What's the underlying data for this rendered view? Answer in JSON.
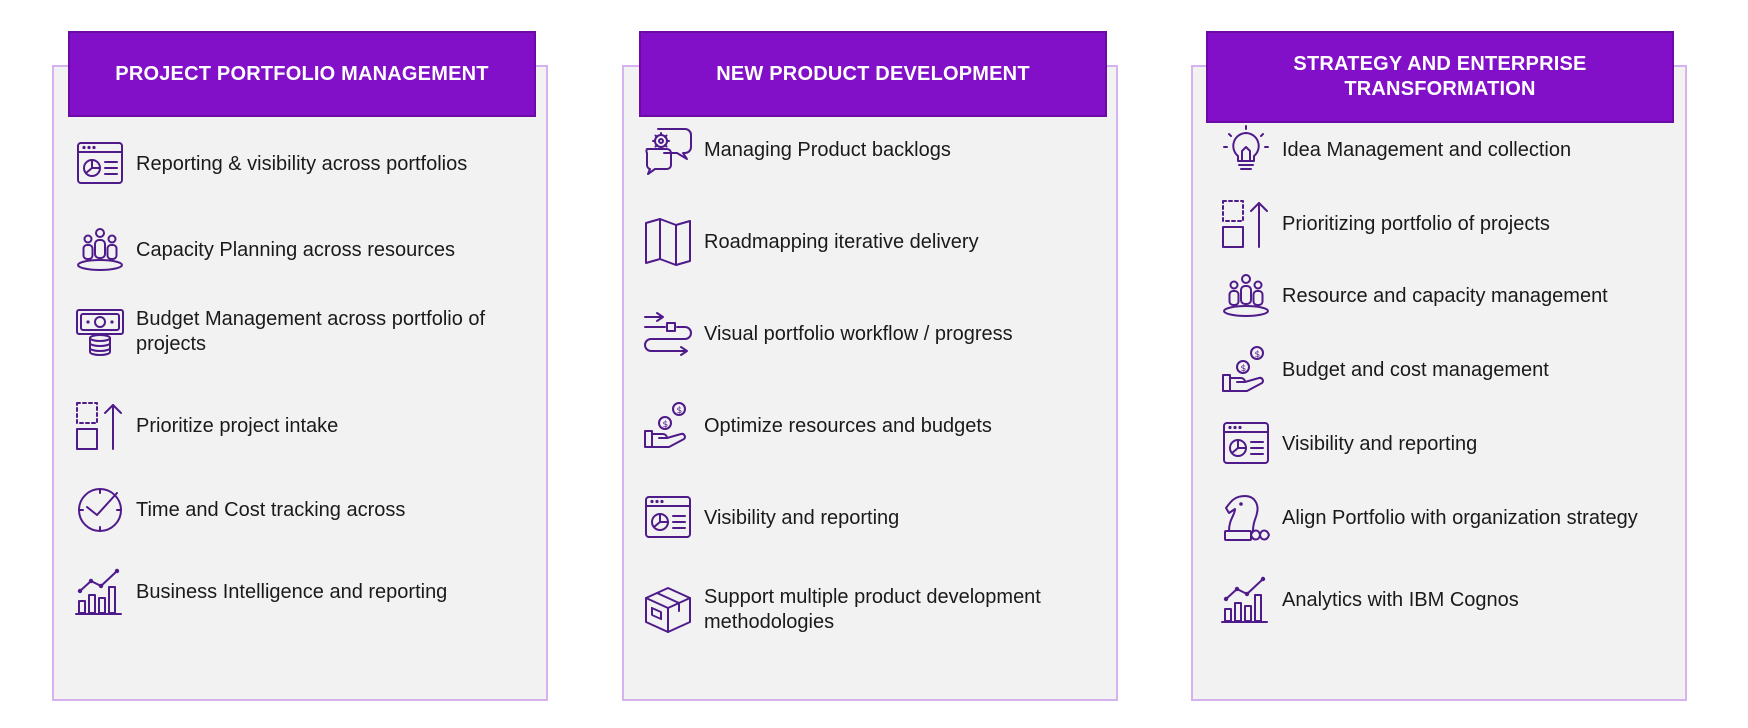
{
  "colors": {
    "header_bg": "#8210c8",
    "card_bg": "#f2f2f2",
    "card_border": "#d6b3f0",
    "icon": "#4f1a8a"
  },
  "columns": [
    {
      "title": "PROJECT PORTFOLIO MANAGEMENT",
      "items": [
        {
          "icon": "dashboard-window-icon",
          "label": "Reporting & visibility across portfolios"
        },
        {
          "icon": "people-group-icon",
          "label": "Capacity Planning across resources"
        },
        {
          "icon": "money-stack-icon",
          "label": "Budget Management across portfolio of projects"
        },
        {
          "icon": "prioritize-arrow-icon",
          "label": "Prioritize project intake"
        },
        {
          "icon": "clock-check-icon",
          "label": "Time and Cost tracking across"
        },
        {
          "icon": "bar-chart-trend-icon",
          "label": "Business Intelligence and reporting"
        }
      ]
    },
    {
      "title": "NEW PRODUCT DEVELOPMENT",
      "items": [
        {
          "icon": "chat-gear-icon",
          "label": "Managing Product backlogs"
        },
        {
          "icon": "folded-map-icon",
          "label": "Roadmapping iterative delivery"
        },
        {
          "icon": "workflow-path-icon",
          "label": "Visual portfolio workflow / progress"
        },
        {
          "icon": "hand-coins-icon",
          "label": "Optimize resources and budgets"
        },
        {
          "icon": "dashboard-window-icon",
          "label": "Visibility and reporting"
        },
        {
          "icon": "package-box-icon",
          "label": "Support multiple product development methodologies"
        }
      ]
    },
    {
      "title": "STRATEGY AND ENTERPRISE\nTRANSFORMATION",
      "items": [
        {
          "icon": "lightbulb-icon",
          "label": "Idea Management and collection"
        },
        {
          "icon": "prioritize-arrow-icon",
          "label": "Prioritizing portfolio of projects"
        },
        {
          "icon": "people-group-icon",
          "label": "Resource and capacity management"
        },
        {
          "icon": "hand-coins-icon",
          "label": "Budget and cost management"
        },
        {
          "icon": "dashboard-window-icon",
          "label": "Visibility and reporting"
        },
        {
          "icon": "chess-knight-icon",
          "label": "Align Portfolio with organization strategy"
        },
        {
          "icon": "bar-chart-trend-icon",
          "label": "Analytics with IBM Cognos"
        }
      ]
    }
  ]
}
